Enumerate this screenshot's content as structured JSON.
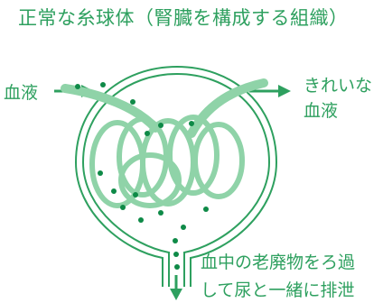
{
  "title": "正常な糸球体（腎臓を構成する組織）",
  "labels": {
    "inflow": "血液",
    "outflow_line1": "きれいな",
    "outflow_line2": "血液",
    "filter_line1": "血中の老廃物をろ過",
    "filter_line2": "して尿と一緒に排泄"
  },
  "colors": {
    "main": "#2ea05f",
    "light": "#8fd3a8",
    "dark": "#0e8a47"
  }
}
